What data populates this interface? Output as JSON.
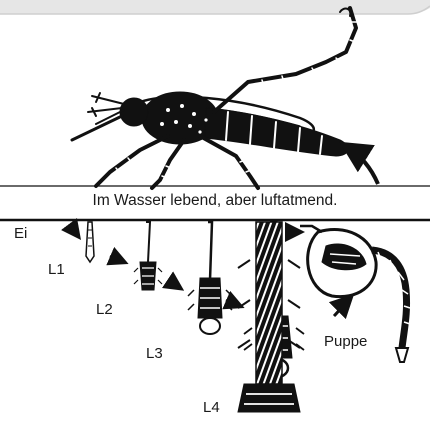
{
  "caption": "Im Wasser lebend, aber luftatmend.",
  "stages": {
    "egg": "Ei",
    "l1": "L1",
    "l2": "L2",
    "l3": "L3",
    "l4": "L4",
    "pupa": "Puppe"
  },
  "colors": {
    "ink": "#111111",
    "paper": "#ffffff",
    "top_shadow": "#d9d9d9"
  }
}
